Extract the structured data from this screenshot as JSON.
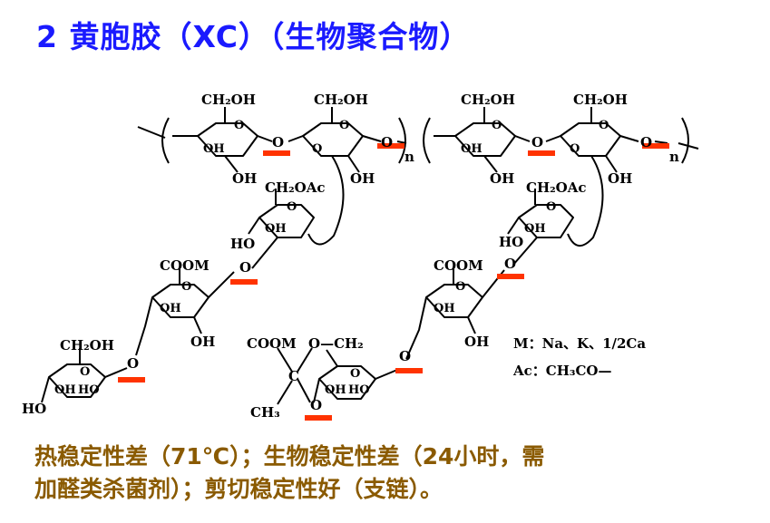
{
  "title": {
    "text": "2 黄胞胶（XC）（生物聚合物）",
    "color": "#1a1aff"
  },
  "notes": {
    "color": "#8a5a00",
    "line1": "热稳定性差（71℃）；生物稳定性差（24小时，需",
    "line2": "加醛类杀菌剂）；剪切稳定性好（支链）。"
  },
  "structure": {
    "highlight_color": "#ff3300",
    "ring_o": "O",
    "ring_oh": "OH",
    "ch2oh": "CH₂OH",
    "ch2oac": "CH₂OAc",
    "coom": "COOM",
    "ho": "HO",
    "oh": "OH",
    "o": "O",
    "o_ch2": "O—CH₂",
    "c": "C",
    "ch3": "CH₃",
    "subscript_n": "n",
    "legend_m": "M：Na、K、1/2Ca",
    "legend_ac": "Ac：CH₃CO—"
  }
}
